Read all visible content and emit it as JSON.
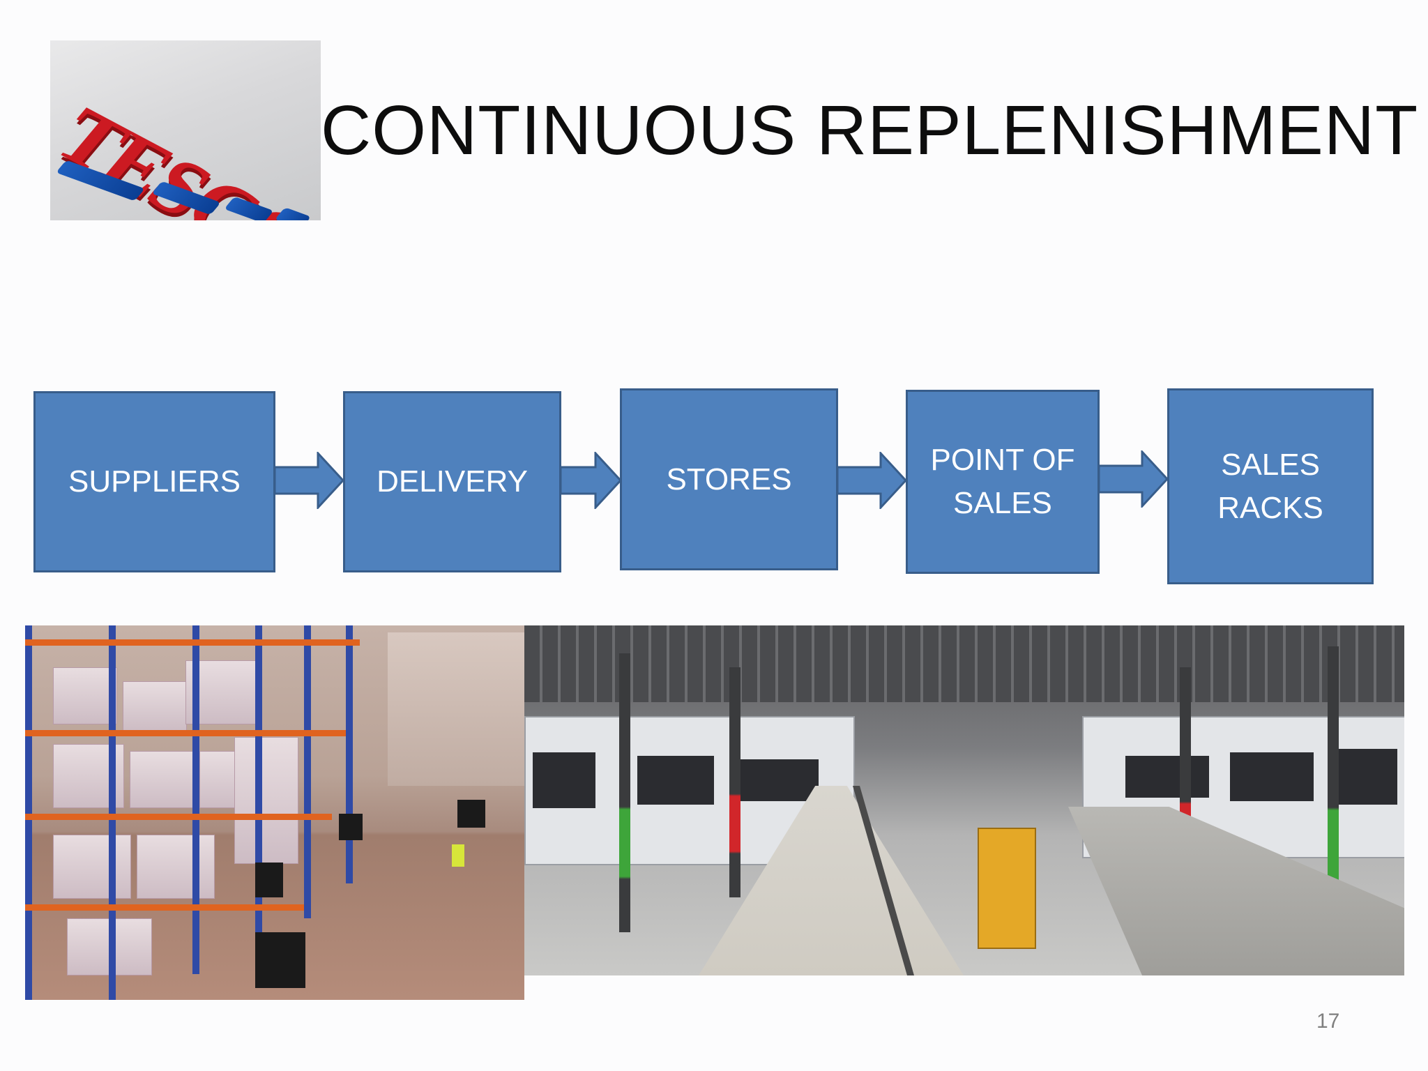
{
  "slide": {
    "title": "CONTINUOUS REPLENISHMENT",
    "page_number": "17",
    "logo_text": "TESCO"
  },
  "flow": {
    "steps": [
      {
        "label": "SUPPLIERS"
      },
      {
        "label": "DELIVERY"
      },
      {
        "label": "STORES"
      },
      {
        "label": "POINT OF\nSALES"
      },
      {
        "label": "SALES\nRACKS"
      }
    ]
  },
  "colors": {
    "box_fill": "#4f81bd",
    "box_border": "#385d8a",
    "box_text": "#ffffff",
    "title_text": "#0d0d0d",
    "page_number_text": "#7f7f7f"
  },
  "images": [
    {
      "name": "tesco-logo"
    },
    {
      "name": "warehouse-photo"
    },
    {
      "name": "train-depot-photo"
    }
  ]
}
